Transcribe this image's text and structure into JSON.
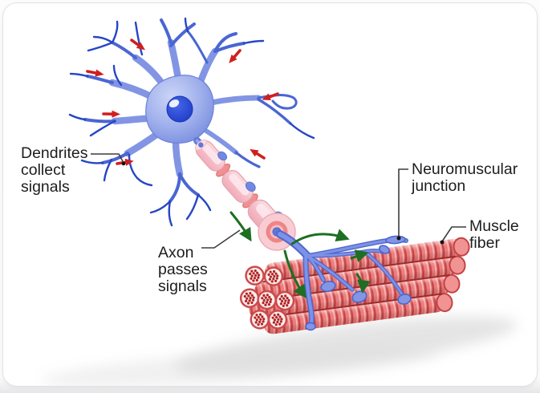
{
  "figure": {
    "labels": {
      "dendrites": "Dendrites\ncollect\nsignals",
      "axon": "Axon\npasses\nsignals",
      "neuromuscular_junction": "Neuromuscular\njunction",
      "muscle_fiber": "Muscle\nfiber"
    },
    "icons": {
      "red_arrow": "incoming-signal-arrow",
      "green_arrow": "signal-direction-arrow"
    },
    "counts": {
      "red_arrows": 7,
      "green_arrows": 5,
      "myelin_segments": 3,
      "muscle_cross_sections": 7
    },
    "colors": {
      "background": "#ffffff",
      "card_border": "#e2e2e4",
      "label_text": "#1d1d1d",
      "leader_line": "#3d3d3d",
      "neuron_blue": "#5d78d8",
      "neuron_blue_dark": "#2646c6",
      "soma_light": "#ccd5f6",
      "nucleus_blue": "#2a4fd7",
      "myelin_pink": "#f8ccd4",
      "myelin_ring_red": "#ee8585",
      "muscle_red": "#f17f7f",
      "muscle_dark_red": "#c64848",
      "muscle_face": "#fdecec",
      "arrow_red": "#cf1f1f",
      "arrow_green": "#1e6e23"
    }
  }
}
